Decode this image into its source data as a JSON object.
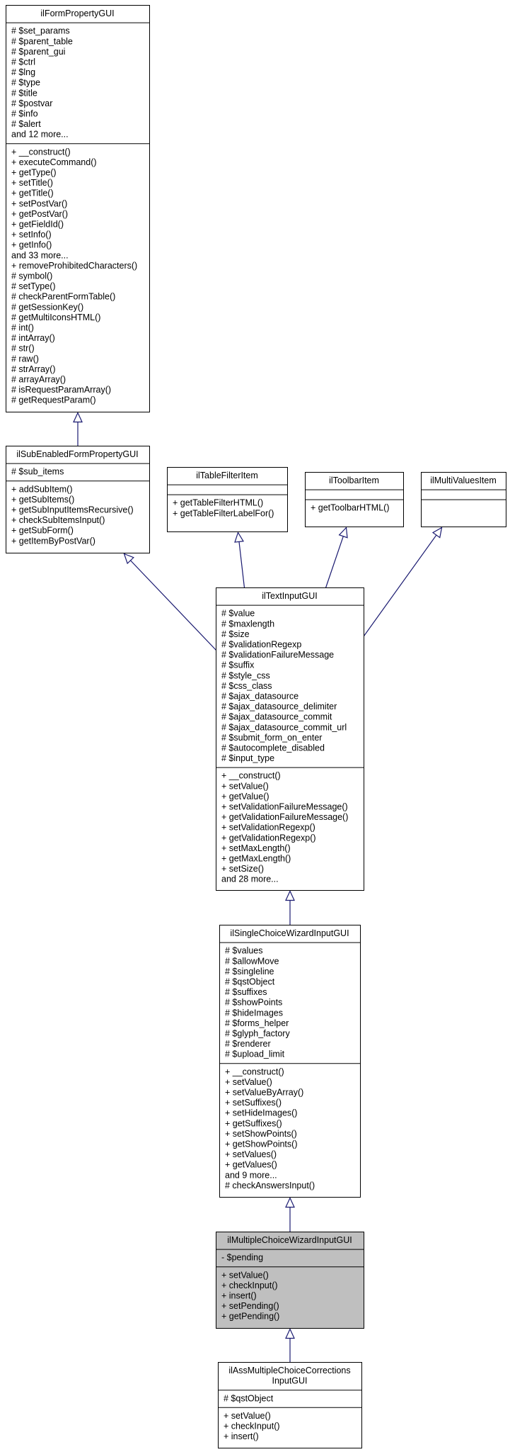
{
  "classes": [
    {
      "id": "ilFormPropertyGUI",
      "title": [
        "ilFormPropertyGUI"
      ],
      "attributes": [
        "# $set_params",
        "# $parent_table",
        "# $parent_gui",
        "# $ctrl",
        "# $lng",
        "# $type",
        "# $title",
        "# $postvar",
        "# $info",
        "# $alert",
        "and 12 more..."
      ],
      "methods": [
        "+ __construct()",
        "+ executeCommand()",
        "+ getType()",
        "+ setTitle()",
        "+ getTitle()",
        "+ setPostVar()",
        "+ getPostVar()",
        "+ getFieldId()",
        "+ setInfo()",
        "+ getInfo()",
        "and 33 more...",
        "+ removeProhibitedCharacters()",
        "# symbol()",
        "# setType()",
        "# checkParentFormTable()",
        "# getSessionKey()",
        "# getMultiIconsHTML()",
        "# int()",
        "# intArray()",
        "# str()",
        "# raw()",
        "# strArray()",
        "# arrayArray()",
        "# isRequestParamArray()",
        "# getRequestParam()"
      ]
    },
    {
      "id": "ilSubEnabledFormPropertyGUI",
      "title": [
        "ilSubEnabledFormPropertyGUI"
      ],
      "attributes": [
        "# $sub_items"
      ],
      "methods": [
        "+ addSubItem()",
        "+ getSubItems()",
        "+ getSubInputItemsRecursive()",
        "+ checkSubItemsInput()",
        "+ getSubForm()",
        "+ getItemByPostVar()"
      ]
    },
    {
      "id": "ilTableFilterItem",
      "title": [
        "ilTableFilterItem"
      ],
      "attributes": [],
      "methods": [
        "+ getTableFilterHTML()",
        "+ getTableFilterLabelFor()"
      ]
    },
    {
      "id": "ilToolbarItem",
      "title": [
        "ilToolbarItem"
      ],
      "attributes": [],
      "methods": [
        "+ getToolbarHTML()"
      ]
    },
    {
      "id": "ilMultiValuesItem",
      "title": [
        "ilMultiValuesItem"
      ],
      "attributes": [],
      "methods": []
    },
    {
      "id": "ilTextInputGUI",
      "title": [
        "ilTextInputGUI"
      ],
      "attributes": [
        "# $value",
        "# $maxlength",
        "# $size",
        "# $validationRegexp",
        "# $validationFailureMessage",
        "# $suffix",
        "# $style_css",
        "# $css_class",
        "# $ajax_datasource",
        "# $ajax_datasource_delimiter",
        "# $ajax_datasource_commit",
        "# $ajax_datasource_commit_url",
        "# $submit_form_on_enter",
        "# $autocomplete_disabled",
        "# $input_type"
      ],
      "methods": [
        "+ __construct()",
        "+ setValue()",
        "+ getValue()",
        "+ setValidationFailureMessage()",
        "+ getValidationFailureMessage()",
        "+ setValidationRegexp()",
        "+ getValidationRegexp()",
        "+ setMaxLength()",
        "+ getMaxLength()",
        "+ setSize()",
        "and 28 more..."
      ]
    },
    {
      "id": "ilSingleChoiceWizardInputGUI",
      "title": [
        "ilSingleChoiceWizardInputGUI"
      ],
      "attributes": [
        "# $values",
        "# $allowMove",
        "# $singleline",
        "# $qstObject",
        "# $suffixes",
        "# $showPoints",
        "# $hideImages",
        "# $forms_helper",
        "# $glyph_factory",
        "# $renderer",
        "# $upload_limit"
      ],
      "methods": [
        "+ __construct()",
        "+ setValue()",
        "+ setValueByArray()",
        "+ setSuffixes()",
        "+ setHideImages()",
        "+ getSuffixes()",
        "+ setShowPoints()",
        "+ getShowPoints()",
        "+ setValues()",
        "+ getValues()",
        "and 9 more...",
        "# checkAnswersInput()"
      ]
    },
    {
      "id": "ilMultipleChoiceWizardInputGUI",
      "title": [
        "ilMultipleChoiceWizardInputGUI"
      ],
      "attributes": [
        "- $pending"
      ],
      "methods": [
        "+ setValue()",
        "+ checkInput()",
        "+ insert()",
        "+ setPending()",
        "+ getPending()"
      ]
    },
    {
      "id": "ilAssMultipleChoiceCorrectionsInputGUI",
      "title": [
        "ilAssMultipleChoiceCorrections",
        "InputGUI"
      ],
      "attributes": [
        "# $qstObject"
      ],
      "methods": [
        "+ setValue()",
        "+ checkInput()",
        "+ insert()"
      ]
    }
  ]
}
